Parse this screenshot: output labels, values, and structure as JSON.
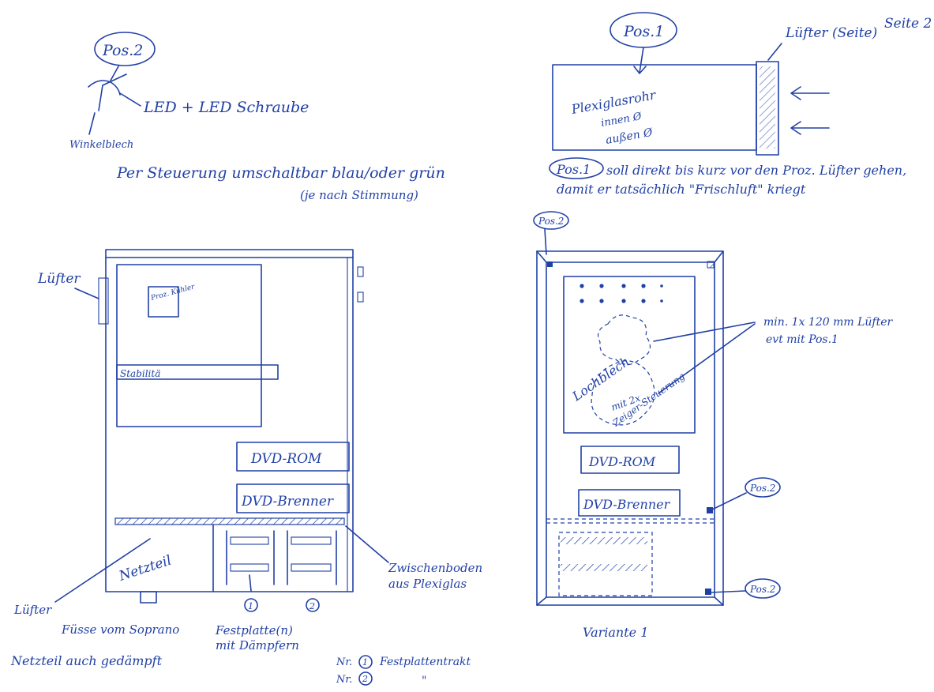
{
  "page_label": "Seite 2",
  "led_sketch": {
    "pos_label": "Pos.2",
    "led_label": "LED + LED Schraube",
    "bracket_label": "Winkelblech",
    "control_note_line1": "Per Steuerung umschaltbar blau/oder grün",
    "control_note_line2": "(je nach Stimmung)"
  },
  "tube_sketch": {
    "pos_label": "Pos.1",
    "fan_label": "Lüfter (Seite)",
    "tube_label": "Plexiglasrohr",
    "inner_label": "innen Ø",
    "outer_label": "außen Ø",
    "note_pos": "Pos.1",
    "note_line1": "soll direkt bis kurz vor den Proz. Lüfter gehen,",
    "note_line2": "damit er tatsächlich \"Frischluft\" kriegt"
  },
  "side_view": {
    "fan_label": "Lüfter",
    "cpu_cooler_label": "Proz. Kühler",
    "bar_label": "Stabilitä",
    "dvd_rom_label": "DVD-ROM",
    "dvd_burner_label": "DVD-Brenner",
    "psu_label": "Netzteil",
    "bottom_fan_label": "Lüfter",
    "feet_label": "Füsse vom Soprano",
    "hdd_label_line1": "Festplatte(n)",
    "hdd_label_line2": "mit Dämpfern",
    "shelf_label_line1": "Zwischenboden",
    "shelf_label_line2": "aus Plexiglas",
    "psu_note": "Netzteil auch gedämpft",
    "marker_1": "1",
    "marker_2": "2",
    "legend_1_prefix": "Nr.",
    "legend_1_num": "1",
    "legend_1_text": "Festplattentrakt",
    "legend_2_prefix": "Nr.",
    "legend_2_num": "2",
    "legend_2_text": "\""
  },
  "front_view": {
    "pos_top_left": "Pos.2",
    "pos_mid_right": "Pos.2",
    "pos_bottom_right": "Pos.2",
    "fan_note_line1": "min. 1x 120 mm Lüfter",
    "fan_note_line2": "evt mit Pos.1",
    "lochblech_label": "Lochblech",
    "fan_ctrl_line1": "mit 2x",
    "fan_ctrl_line2": "Zeiger-Steuerung",
    "dvd_rom_label": "DVD-ROM",
    "dvd_burner_label": "DVD-Brenner",
    "variant_label": "Variante 1"
  }
}
